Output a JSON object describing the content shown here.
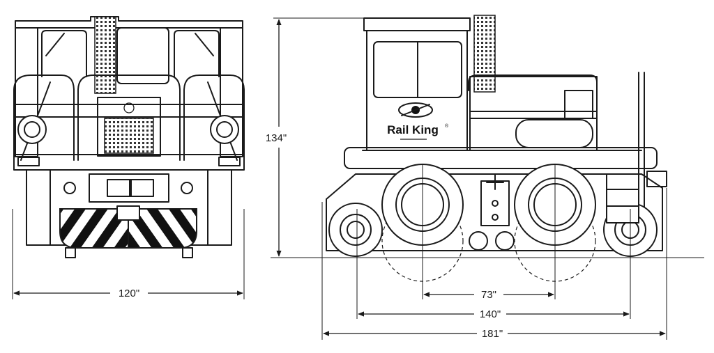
{
  "diagram": {
    "front_view": {
      "width_label": "120\""
    },
    "side_view": {
      "brand_name": "Rail King",
      "brand_mark": "®",
      "height_label": "134\"",
      "axle_spacing_label": "73\"",
      "wheelbase_label": "140\"",
      "overall_length_label": "181\""
    },
    "colors": {
      "line": "#1a1a1a",
      "background": "#ffffff"
    }
  }
}
